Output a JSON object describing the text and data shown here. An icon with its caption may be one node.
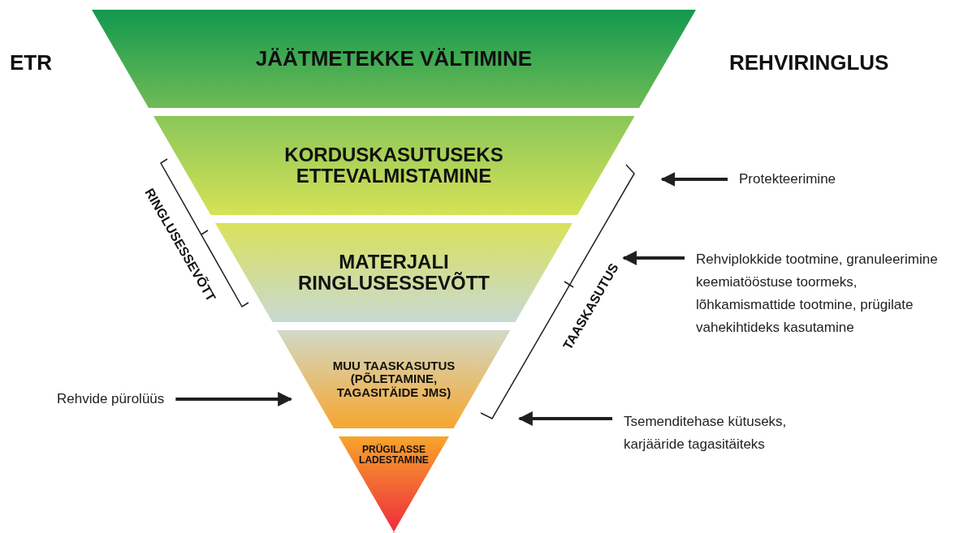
{
  "diagram": {
    "nodes": [
      {
        "text": [
          "JÄÄTMETEKKE VÄLTIMINE"
        ]
      },
      {
        "text": [
          "KORDUSKASUTUSEKS ETTEVALMISTAMINE"
        ]
      },
      {
        "text": [
          "MATERJALI RINGLUSESSEVÕTT"
        ]
      },
      {
        "text": [
          "MUU TAASKASUTUS (PÕLETAMINE, TAGASITÄIDE JMS)"
        ]
      },
      {
        "text": [
          "PRÜGILASSE LADESTAMINE"
        ]
      },
      {
        "text": [
          "Protekteerimine"
        ]
      },
      {
        "text": [
          "Rehviplokkide tootmine, granuleerimine keemiatööstuse toormeks, lõhkamismattide tootmine, prügilate vahekihtideks kasutamine"
        ]
      },
      {
        "text": [
          "Tsemenditehase kütuseks, karjääride tagasitäiteks"
        ]
      },
      {
        "text": [
          "Rehvide pürolüüs"
        ]
      }
    ],
    "edges": [
      {
        "from": 5,
        "to": 1,
        "arrow": "to"
      },
      {
        "from": 6,
        "to": 2,
        "arrow": "to"
      },
      {
        "from": 7,
        "to": 3,
        "arrow": "to"
      },
      {
        "from": 8,
        "to": 3,
        "arrow": "to"
      }
    ],
    "labels": [
      "ETR",
      "REHVIRINGLUS",
      "RINGLUSESSEVÕTT",
      "TAASKASUTUS"
    ]
  }
}
